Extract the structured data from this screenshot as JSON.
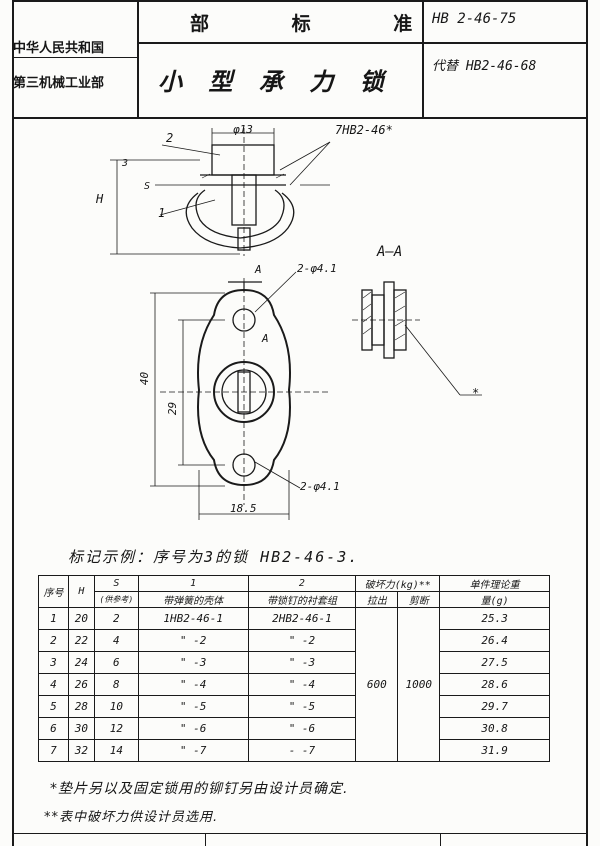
{
  "header": {
    "org_line1": "中华人民共和国",
    "org_line2": "第三机械工业部",
    "standard_type": "部 标 准",
    "title": "小 型 承 力 锁",
    "code": "HB 2-46-75",
    "replaces": "代替 HB2-46-68"
  },
  "drawing": {
    "diameter_top": "φ13",
    "part_label_2": "2",
    "part_label_1": "1",
    "rivet_ref": "7HB2-46*",
    "dim_H": "H",
    "dim_3": "3",
    "dim_S": "S",
    "section_label": "A—A",
    "section_marker": "A",
    "hole_callout_upper": "2-φ4.1",
    "hole_callout_lower": "2-φ4.1",
    "dim_40": "40",
    "dim_29": "29",
    "dim_18_5": "18.5",
    "asterisk": "*"
  },
  "marking_example": "标记示例：序号为3的锁 HB2-46-3.",
  "table": {
    "header_top": {
      "seq": "序号",
      "H": "H",
      "S": "S",
      "col1_num": "1",
      "col2_num": "2",
      "load_group": "破坏力(kg)**",
      "weight": "单件理论重"
    },
    "header_sub": {
      "S_sub": "(供参考)",
      "col1_name": "带弹簧的壳体",
      "col2_name": "带锁钉的衬套组",
      "pull": "拉出",
      "shear": "剪断",
      "weight_unit": "量(g)"
    },
    "rows": [
      {
        "seq": "1",
        "H": "20",
        "S": "2",
        "p1": "1HB2-46-1",
        "p2": "2HB2-46-1",
        "w": "25.3"
      },
      {
        "seq": "2",
        "H": "22",
        "S": "4",
        "p1": "\" -2",
        "p2": "\" -2",
        "w": "26.4"
      },
      {
        "seq": "3",
        "H": "24",
        "S": "6",
        "p1": "\" -3",
        "p2": "\" -3",
        "w": "27.5"
      },
      {
        "seq": "4",
        "H": "26",
        "S": "8",
        "p1": "\" -4",
        "p2": "\" -4",
        "w": "28.6"
      },
      {
        "seq": "5",
        "H": "28",
        "S": "10",
        "p1": "\" -5",
        "p2": "\" -5",
        "w": "29.7"
      },
      {
        "seq": "6",
        "H": "30",
        "S": "12",
        "p1": "\" -6",
        "p2": "\" -6",
        "w": "30.8"
      },
      {
        "seq": "7",
        "H": "32",
        "S": "14",
        "p1": "\" -7",
        "p2": "- -7",
        "w": "31.9"
      }
    ],
    "pull_value": "600",
    "shear_value": "1000"
  },
  "notes": [
    "*垫片另以及固定锁用的铆钉另由设计员确定.",
    "**表中破坏力供设计员选用."
  ]
}
